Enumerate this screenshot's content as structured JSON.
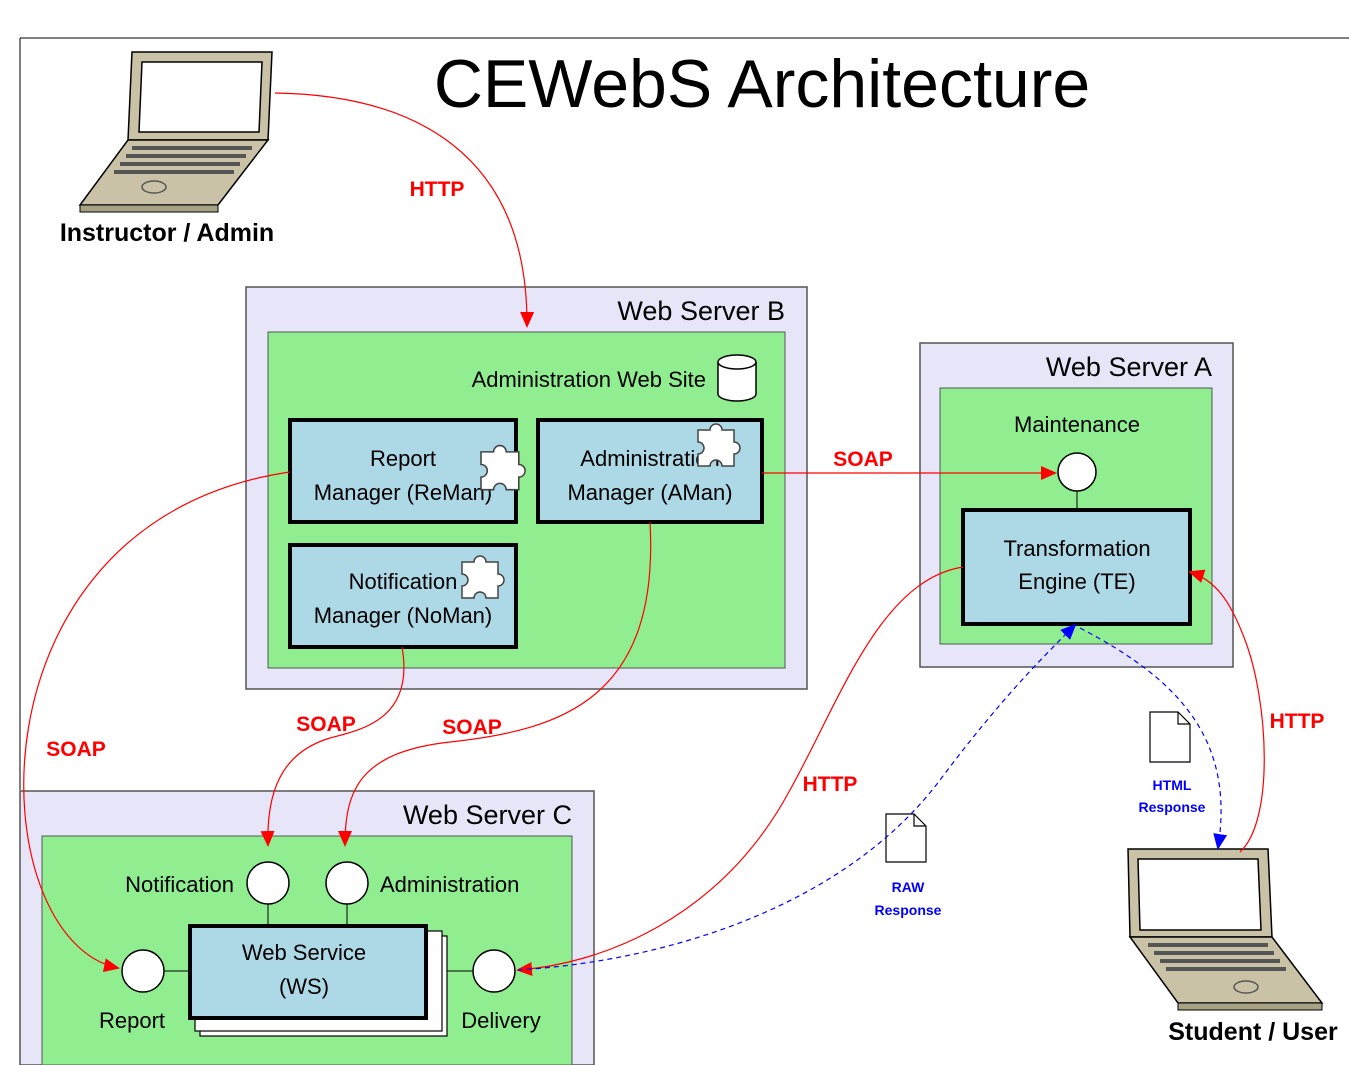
{
  "title": "CEWebS Architecture",
  "actors": {
    "instructor": "Instructor / Admin",
    "student": "Student / User"
  },
  "servers": {
    "b": {
      "name": "Web Server B",
      "site": "Administration Web Site",
      "report_manager": [
        "Report",
        "Manager (ReMan)"
      ],
      "admin_manager": [
        "Administration",
        "Manager (AMan)"
      ],
      "notification_manager": [
        "Notification",
        "Manager (NoMan)"
      ]
    },
    "a": {
      "name": "Web Server A",
      "maintenance": "Maintenance",
      "engine": [
        "Transformation",
        "Engine (TE)"
      ]
    },
    "c": {
      "name": "Web Server C",
      "web_service": [
        "Web Service",
        "(WS)"
      ],
      "notification": "Notification",
      "administration": "Administration",
      "report": "Report",
      "delivery": "Delivery"
    }
  },
  "connections": {
    "http_instructor": "HTTP",
    "soap_aman_te": "SOAP",
    "soap_reman": "SOAP",
    "soap_noman": "SOAP",
    "soap_aman_ws": "SOAP",
    "http_te_delivery": "HTTP",
    "http_student": "HTTP"
  },
  "responses": {
    "raw": [
      "RAW",
      "Response"
    ],
    "html": [
      "HTML",
      "Response"
    ]
  },
  "colors": {
    "server_fill": "#e6e6f8",
    "site_fill": "#90ee90",
    "component_fill": "#add8e6",
    "soap_http_line": "#ff0000",
    "response_line": "#0000ff"
  }
}
